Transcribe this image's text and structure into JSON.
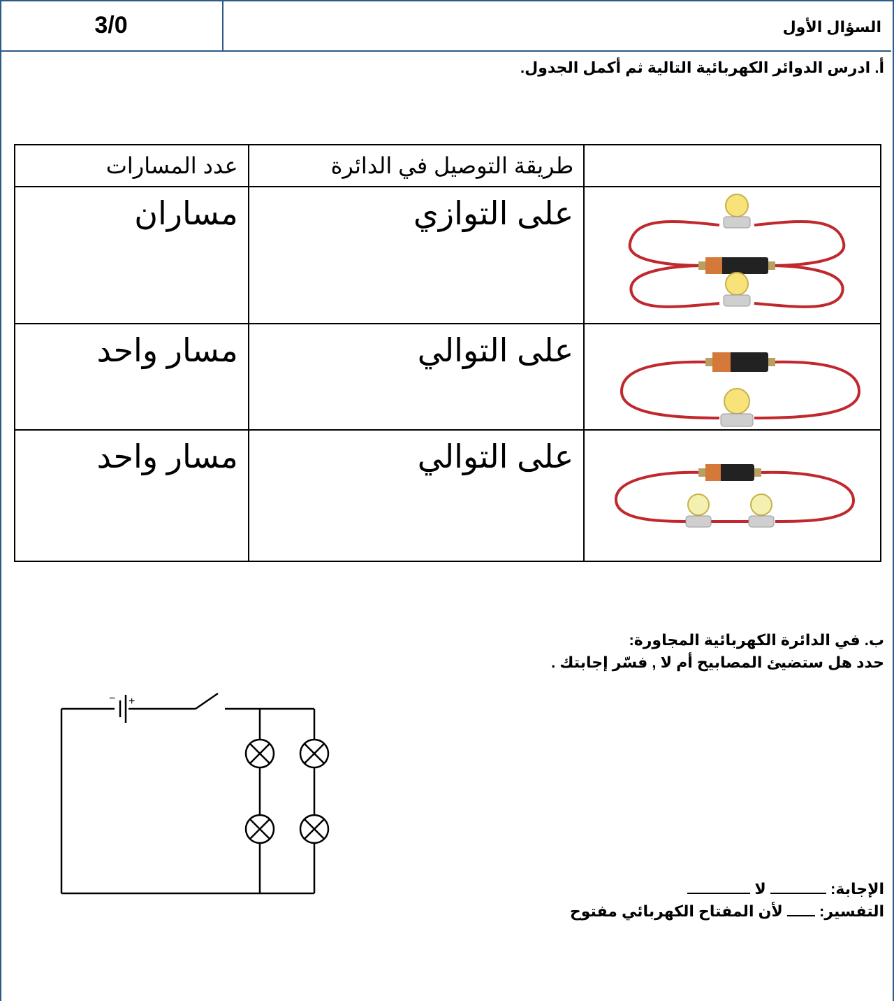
{
  "header": {
    "question_title": "السؤال الأول",
    "score": "3/0"
  },
  "part_a": {
    "instruction": "أ. ادرس الدوائر الكهربائية التالية ثم أكمل الجدول.",
    "table": {
      "headers": [
        "",
        "طريقة التوصيل في الدائرة",
        "عدد المسارات"
      ],
      "rows": [
        {
          "image": "parallel-circuit-two-bulbs",
          "method": "على التوازي",
          "paths": "مساران"
        },
        {
          "image": "series-circuit-one-bulb",
          "method": "على التوالي",
          "paths": "مسار واحد"
        },
        {
          "image": "series-circuit-two-bulbs",
          "method": "على التوالي",
          "paths": "مسار واحد"
        }
      ]
    }
  },
  "part_b": {
    "line1": "ب. في الدائرة الكهربائية المجاورة:",
    "line2": "حدد هل ستضيئ المصابيح أم لا , فسّر إجابتك .",
    "answer_label": "الإجابة:",
    "answer_value": "لا",
    "explanation_label": "التفسير:",
    "explanation_value": "لأن المفتاح الكهربائي مفتوح",
    "diagram_labels": {
      "minus": "−",
      "plus": "+"
    }
  },
  "colors": {
    "border": "#2e5a87",
    "wire": "#c0282d"
  }
}
